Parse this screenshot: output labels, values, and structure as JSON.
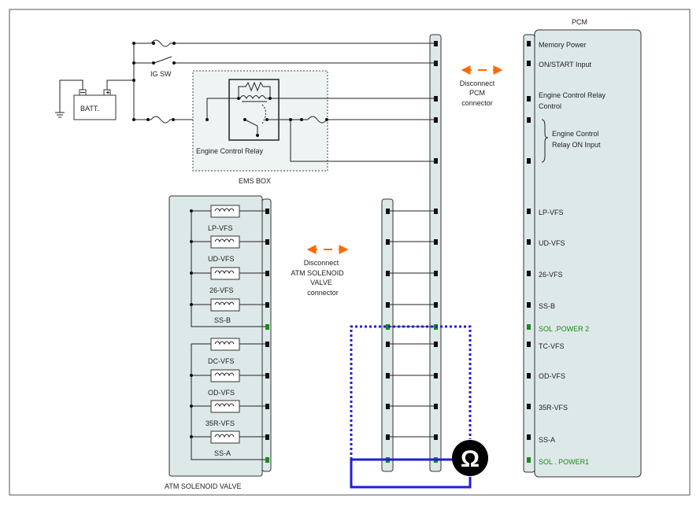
{
  "labels": {
    "pcm": "PCM",
    "ig_sw": "IG SW",
    "batt": "BATT.",
    "engine_control_relay": "Engine Control Relay",
    "ems_box": "EMS BOX",
    "atm_solenoid_valve": "ATM SOLENOID VALVE",
    "disconnect_pcm": [
      "Disconnect",
      "PCM",
      "connector"
    ],
    "disconnect_atm": [
      "Disconnect",
      "ATM SOLENOID",
      "VALVE",
      "connector"
    ],
    "ohm_symbol": "Ω"
  },
  "pcm_pins": [
    {
      "label": "Memory Power"
    },
    {
      "label": "ON/START Input"
    },
    {
      "label": "Engine Control Relay"
    },
    {
      "label": "Control"
    },
    {
      "label": "Engine Control"
    },
    {
      "label": "Relay ON Input"
    },
    {
      "label": "LP-VFS"
    },
    {
      "label": "UD-VFS"
    },
    {
      "label": "26-VFS"
    },
    {
      "label": "SS-B"
    },
    {
      "label": "SOL .POWER 2"
    },
    {
      "label": "TC-VFS"
    },
    {
      "label": "OD-VFS"
    },
    {
      "label": "35R-VFS"
    },
    {
      "label": "SS-A"
    },
    {
      "label": "SOL . POWER1"
    }
  ],
  "solenoids": [
    {
      "label": "LP-VFS"
    },
    {
      "label": "UD-VFS"
    },
    {
      "label": "26-VFS"
    },
    {
      "label": "SS-B"
    },
    {
      "label": "DC-VFS"
    },
    {
      "label": "OD-VFS"
    },
    {
      "label": "35R-VFS"
    },
    {
      "label": "SS-A"
    }
  ],
  "colors": {
    "accent_orange": "#ff6a00",
    "probe_blue": "#1f1fd6",
    "highlight_green": "#1a8a1a",
    "block_fill": "#dde8e8"
  }
}
